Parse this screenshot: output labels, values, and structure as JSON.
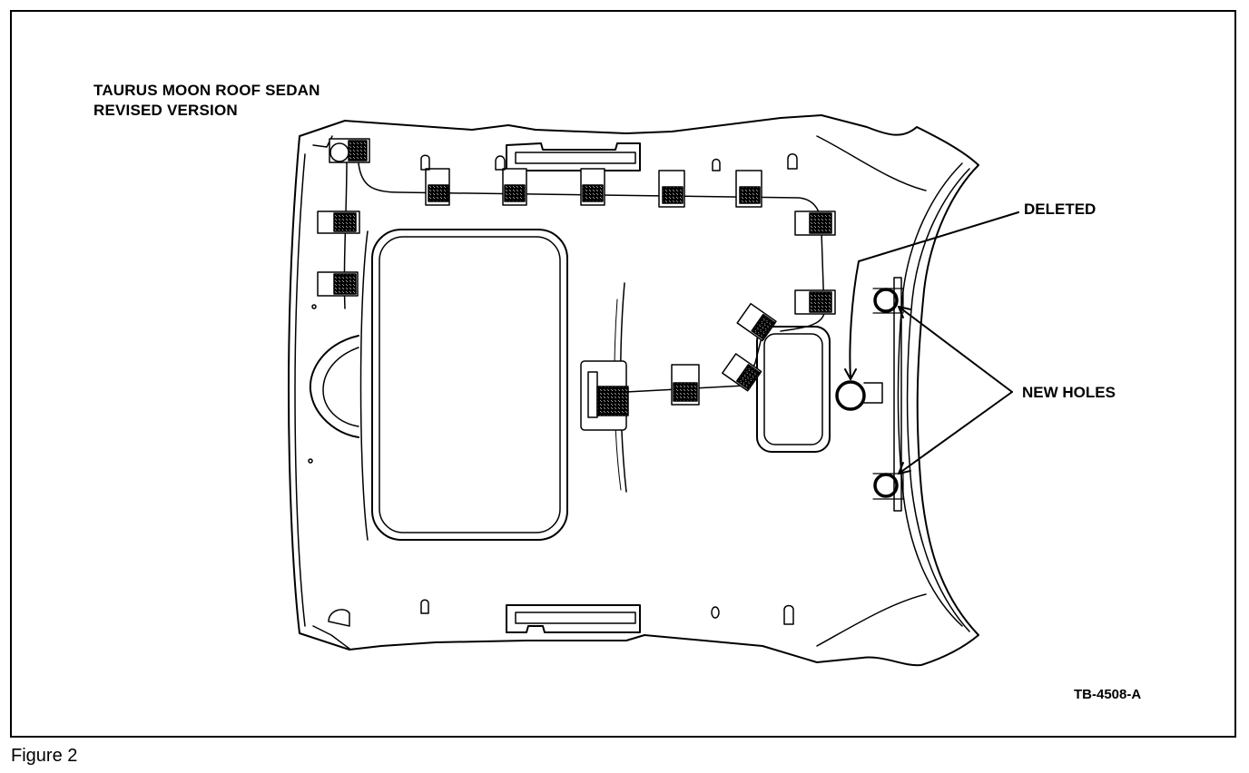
{
  "title": {
    "line1": "TAURUS MOON ROOF SEDAN",
    "line2": "REVISED VERSION"
  },
  "callouts": {
    "deleted": "DELETED",
    "new_holes": "NEW HOLES"
  },
  "figure_code": "TB-4508-A",
  "caption": "Figure 2"
}
